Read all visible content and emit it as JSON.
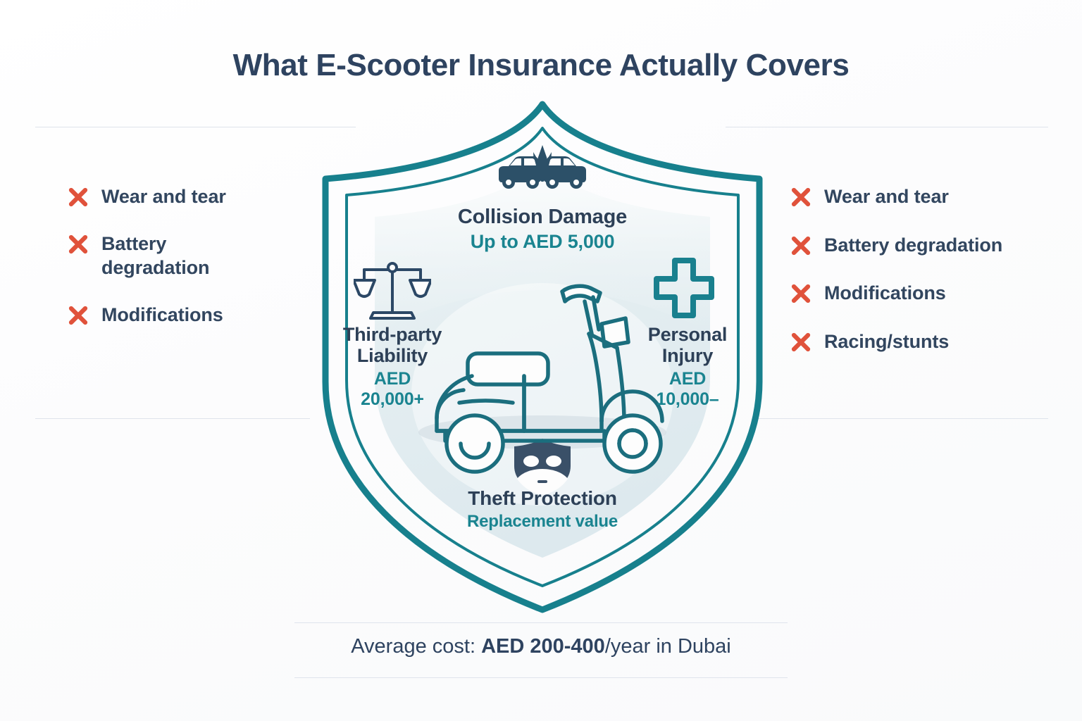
{
  "header": {
    "title": "What E-Scooter Insurance Actually Covers"
  },
  "colors": {
    "title_navy": "#2e4360",
    "teal": "#1a8490",
    "shield_outline": "#17808d",
    "exclusion_red": "#e0523b",
    "divider": "#dfe4ec",
    "background": "#fdfdfd"
  },
  "exclusions_left": {
    "items": [
      {
        "icon": "x-mark-icon",
        "label": "Wear and tear"
      },
      {
        "icon": "x-mark-icon",
        "label": "Battery degradation"
      },
      {
        "icon": "x-mark-icon",
        "label": "Modifications"
      }
    ]
  },
  "exclusions_right": {
    "items": [
      {
        "icon": "x-mark-icon",
        "label": "Wear and tear"
      },
      {
        "icon": "x-mark-icon",
        "label": "Battery degradation"
      },
      {
        "icon": "x-mark-icon",
        "label": "Modifications"
      },
      {
        "icon": "x-mark-icon",
        "label": "Racing/stunts"
      }
    ]
  },
  "shield": {
    "center_icon": "e-scooter-icon",
    "coverages": {
      "collision": {
        "icon": "car-collision-icon",
        "title": "Collision Damage",
        "value": "Up to AED 5,000"
      },
      "liability": {
        "icon": "scales-of-justice-icon",
        "title": "Third-party Liability",
        "value_line1": "AED",
        "value_line2": "20,000+"
      },
      "injury": {
        "icon": "medical-cross-icon",
        "title": "Personal Injury",
        "value_line1": "AED",
        "value_line2": "10,000–"
      },
      "theft": {
        "icon": "thief-mask-icon",
        "title": "Theft Protection",
        "value": "Replacement value"
      }
    }
  },
  "footer": {
    "prefix": "Average cost: ",
    "amount": "AED 200-400",
    "suffix": "/year in Dubai"
  }
}
